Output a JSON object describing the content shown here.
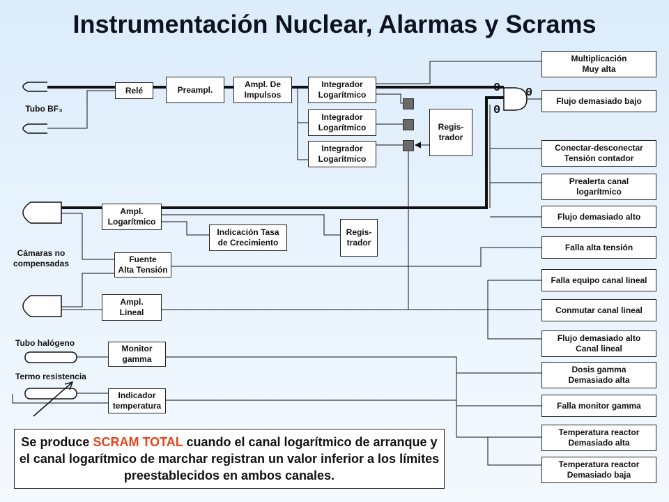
{
  "title": "Instrumentación Nuclear, Alarmas y Scrams",
  "detectors": {
    "bf3": "Tubo BF₃",
    "uncompensated": "Cámaras no\ncompensadas",
    "halogen": "Tubo halógeno",
    "thermo": "Termo resistencia"
  },
  "blocks": {
    "rele": "Relé",
    "preamp": "Preampl.",
    "pulse_amp": "Ampl. De\nImpulsos",
    "log_int_1": "Integrador\nLogarítmico",
    "log_int_2": "Integrador\nLogarítmico",
    "log_int_3": "Integrador\nLogarítmico",
    "recorder_1": "Regis-\ntrador",
    "log_amp": "Ampl.\nLogarítmico",
    "rate_ind": "Indicación Tasa\nde Crecimiento",
    "recorder_2": "Regis-\ntrador",
    "hv_source": "Fuente\nAlta Tensión",
    "lin_amp": "Ampl.\nLineal",
    "gamma_mon": "Monitor\ngamma",
    "temp_ind": "Indicador\ntemperatura"
  },
  "logic_bits": [
    "0",
    "0",
    "0"
  ],
  "alarms": [
    "Multiplicación\nMuy alta",
    "Flujo demasiado bajo",
    "Conectar-desconectar\nTensión contador",
    "Prealerta canal\nlogarítmico",
    "Flujo demasiado alto",
    "Falla alta tensión",
    "Falla equipo canal lineal",
    "Conmutar canal lineal",
    "Flujo demasiado alto\nCanal lineal",
    "Dosis gamma\nDemasiado alta",
    "Falla monitor gamma",
    "Temperatura reactor\nDemasiado alta",
    "Temperatura reactor\nDemasiado baja"
  ],
  "note": {
    "pre": "Se produce ",
    "highlight": "SCRAM TOTAL",
    "post": " cuando el canal logarítmico de arranque y el canal logarítmico de marchar registran un valor inferior a los límites preestablecidos en ambos canales.",
    "highlight_color": "#e8431c"
  }
}
